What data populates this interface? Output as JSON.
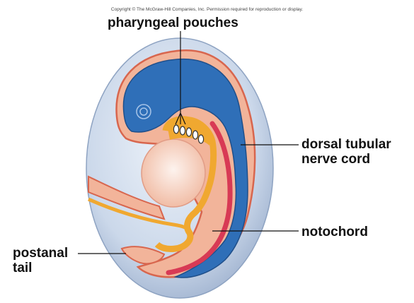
{
  "copyright": "Copyright © The McGraw-Hill Companies, Inc. Permission required for reproduction or display.",
  "labels": {
    "pharyngeal_pouches": "pharyngeal pouches",
    "dorsal_tubular_nerve_cord_line1": "dorsal tubular",
    "dorsal_tubular_nerve_cord_line2": "nerve cord",
    "notochord": "notochord",
    "postanal_tail_line1": "postanal",
    "postanal_tail_line2": "tail"
  },
  "colors": {
    "outer_membrane": "#c9d6e8",
    "body_tissue": "#f2b49a",
    "body_outline": "#d8664e",
    "nerve_cord": "#2f6fb8",
    "notochord": "#d83a55",
    "gut_yellow": "#f0a830",
    "yolk": "#f7d9cc"
  }
}
